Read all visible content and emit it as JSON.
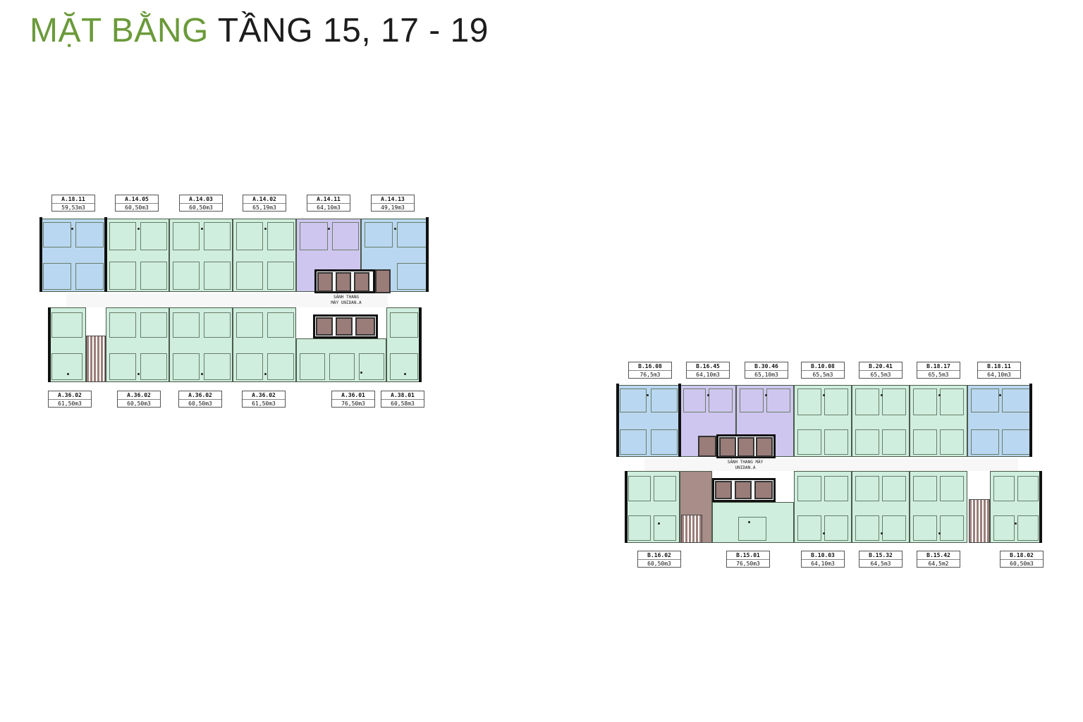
{
  "title": {
    "part1": "MẶT BẰNG",
    "part2": "TẦNG 15, 17 - 19"
  },
  "colors": {
    "title_green": "#6b9a3a",
    "unit_green": "#cfeedd",
    "unit_blue": "#b9d7f0",
    "unit_purple": "#cfc6ef",
    "core_brown": "#9a7c78"
  },
  "block_a": {
    "top_labels": [
      {
        "code": "A.18.11",
        "area": "59,53m3"
      },
      {
        "code": "A.14.05",
        "area": "60,50m3"
      },
      {
        "code": "A.14.03",
        "area": "60,50m3"
      },
      {
        "code": "A.14.02",
        "area": "65,19m3"
      },
      {
        "code": "A.14.11",
        "area": "64,10m3"
      },
      {
        "code": "A.14.13",
        "area": "49,19m3"
      }
    ],
    "bottom_labels": [
      {
        "code": "A.36.02",
        "area": "61,50m3"
      },
      {
        "code": "A.36.02",
        "area": "60,50m3"
      },
      {
        "code": "A.36.02",
        "area": "60,50m3"
      },
      {
        "code": "A.36.02",
        "area": "61,50m3"
      },
      {
        "code": "A.36.01",
        "area": "76,50m3"
      },
      {
        "code": "A.38.01",
        "area": "60,58m3"
      }
    ],
    "core_text": "SẢNH THANG MÁY UNIDAN.A",
    "top_units": [
      "blue",
      "green",
      "green",
      "green",
      "purple",
      "blue"
    ],
    "bottom_units": [
      "green",
      "green",
      "green",
      "green",
      "green",
      "green"
    ]
  },
  "block_b": {
    "top_labels": [
      {
        "code": "B.16.08",
        "area": "76,5m3"
      },
      {
        "code": "B.16.45",
        "area": "64,10m3"
      },
      {
        "code": "B.30.46",
        "area": "65,10m3"
      },
      {
        "code": "B.10.08",
        "area": "65,5m3"
      },
      {
        "code": "B.20.41",
        "area": "65,5m3"
      },
      {
        "code": "B.18.17",
        "area": "65,5m3"
      },
      {
        "code": "B.18.11",
        "area": "64,10m3"
      }
    ],
    "bottom_labels": [
      {
        "code": "B.16.02",
        "area": "60,50m3"
      },
      {
        "code": "B.15.01",
        "area": "76,50m3"
      },
      {
        "code": "B.10.03",
        "area": "64,10m3"
      },
      {
        "code": "B.15.32",
        "area": "64,5m3"
      },
      {
        "code": "B.15.42",
        "area": "64,5m2"
      },
      {
        "code": "B.18.02",
        "area": "60,50m3"
      }
    ],
    "core_text": "SẢNH THANG MÁY UNIDAN.A",
    "top_units": [
      "blue",
      "purple",
      "purple",
      "green",
      "green",
      "green",
      "blue"
    ],
    "bottom_units": [
      "green",
      "brown",
      "green",
      "green",
      "green",
      "green",
      "green"
    ]
  }
}
